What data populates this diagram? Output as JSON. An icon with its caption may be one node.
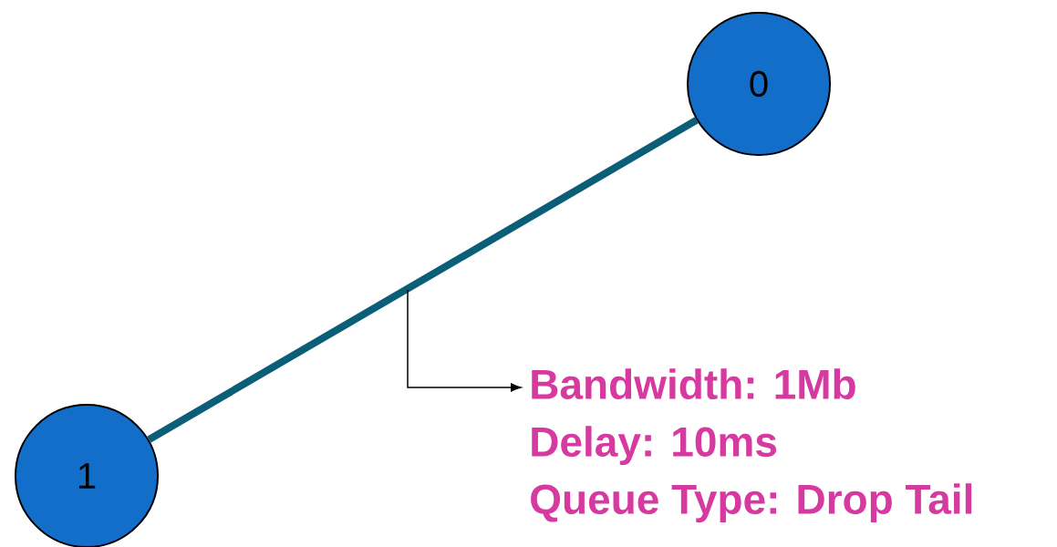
{
  "diagram": {
    "nodes": [
      {
        "text": [
          "0"
        ]
      },
      {
        "text": [
          "1"
        ]
      },
      {
        "text": [
          "Bandwidth: 1Mb",
          "Delay: 10ms",
          "Queue Type:  Drop Tail"
        ]
      }
    ],
    "edges": [
      {
        "from": 1,
        "to": 0,
        "arrow": "none",
        "style": "thick",
        "color": "#0b5e78"
      },
      {
        "from": null,
        "to": 2,
        "arrow": "to",
        "color": "#000000"
      }
    ]
  }
}
